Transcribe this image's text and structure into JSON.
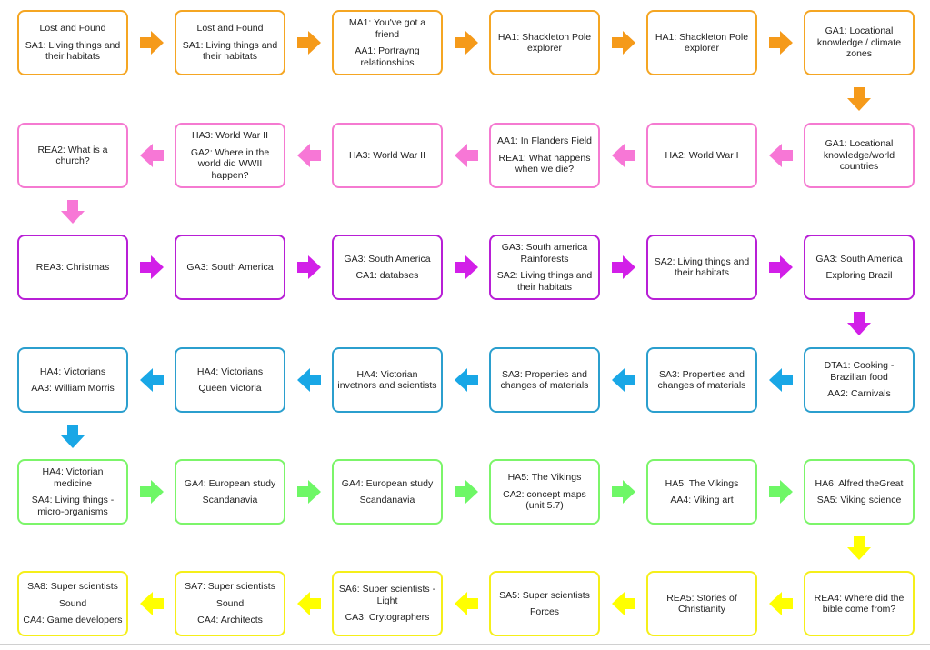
{
  "colors": {
    "orange": "#f5a623",
    "pink": "#f57ad1",
    "purple": "#b81fd6",
    "blue": "#2b9fce",
    "green": "#7cf56a",
    "yellow": "#f5ef1a"
  },
  "arrow_colors": {
    "orange": "#f59a1a",
    "pink": "#f777d6",
    "purple": "#d21fe8",
    "blue": "#19a7e6",
    "green": "#6ef766",
    "yellow": "#ffff00"
  },
  "rows": [
    {
      "color": "orange",
      "direction": "right",
      "boxes": [
        [
          "Lost and Found",
          "SA1: Living things and their habitats"
        ],
        [
          "Lost and Found",
          "SA1: Living things and their habitats"
        ],
        [
          "MA1: You've got a friend",
          "AA1: Portrayng relationships"
        ],
        [
          "HA1: Shackleton Pole explorer"
        ],
        [
          "HA1: Shackleton Pole explorer"
        ],
        [
          "GA1: Locational knowledge / climate zones"
        ]
      ]
    },
    {
      "color": "pink",
      "direction": "left",
      "boxes": [
        [
          "REA2: What is a church?"
        ],
        [
          "HA3: World War II",
          "GA2: Where in the world did WWII happen?"
        ],
        [
          "HA3: World War II"
        ],
        [
          "AA1: In Flanders Field",
          "REA1: What happens when we die?"
        ],
        [
          "HA2: World War I"
        ],
        [
          "GA1: Locational knowledge/world countries"
        ]
      ]
    },
    {
      "color": "purple",
      "direction": "right",
      "boxes": [
        [
          "REA3: Christmas"
        ],
        [
          "GA3: South America"
        ],
        [
          "GA3: South America",
          "CA1: databses"
        ],
        [
          "GA3: South america Rainforests",
          "SA2: Living things and their habitats"
        ],
        [
          "SA2: Living things and their habitats"
        ],
        [
          "GA3: South America",
          "Exploring Brazil"
        ]
      ]
    },
    {
      "color": "blue",
      "direction": "left",
      "boxes": [
        [
          "HA4: Victorians",
          "AA3: William Morris"
        ],
        [
          "HA4: Victorians",
          "Queen Victoria"
        ],
        [
          "HA4: Victorian invetnors and scientists"
        ],
        [
          "SA3: Properties and changes of materials"
        ],
        [
          "SA3: Properties and changes of materials"
        ],
        [
          "DTA1: Cooking - Brazilian food",
          "AA2: Carnivals"
        ]
      ]
    },
    {
      "color": "green",
      "direction": "right",
      "boxes": [
        [
          "HA4: Victorian medicine",
          "SA4: Living things - micro-organisms"
        ],
        [
          "GA4: European study",
          "Scandanavia"
        ],
        [
          "GA4: European study",
          "Scandanavia"
        ],
        [
          "HA5: The Vikings",
          "CA2: concept maps (unit 5.7)"
        ],
        [
          "HA5: The Vikings",
          "AA4: Viking art"
        ],
        [
          "HA6: Alfred theGreat",
          "SA5: Viking science"
        ]
      ]
    },
    {
      "color": "yellow",
      "direction": "left",
      "boxes": [
        [
          "SA8: Super scientists",
          "Sound",
          "CA4: Game developers"
        ],
        [
          "SA7: Super scientists",
          "Sound",
          "CA4: Architects"
        ],
        [
          "SA6: Super scientists - Light",
          "CA3: Crytographers"
        ],
        [
          "SA5: Super scientists",
          "Forces"
        ],
        [
          "REA5: Stories of Christianity"
        ],
        [
          "REA4: Where did the bible come from?"
        ]
      ]
    }
  ],
  "down_arrows": [
    {
      "after_row": 0,
      "column": 5,
      "color": "orange"
    },
    {
      "after_row": 1,
      "column": 0,
      "color": "pink"
    },
    {
      "after_row": 2,
      "column": 5,
      "color": "purple"
    },
    {
      "after_row": 3,
      "column": 0,
      "color": "blue"
    },
    {
      "after_row": 4,
      "column": 5,
      "color": "yellow"
    }
  ]
}
